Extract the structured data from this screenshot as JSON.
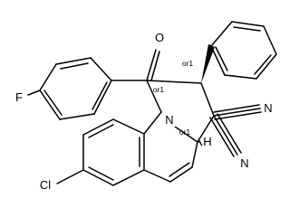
{
  "atom_labels": {
    "oxygen": "O",
    "fluorine": "F",
    "nitrogen_ring": "N",
    "chlorine": "Cl",
    "nitrile_n_upper": "N",
    "nitrile_n_lower": "N",
    "hydrogen": "H"
  },
  "stereo_labels": {
    "c1": "or1",
    "c2": "or1",
    "c3a": "or1"
  }
}
